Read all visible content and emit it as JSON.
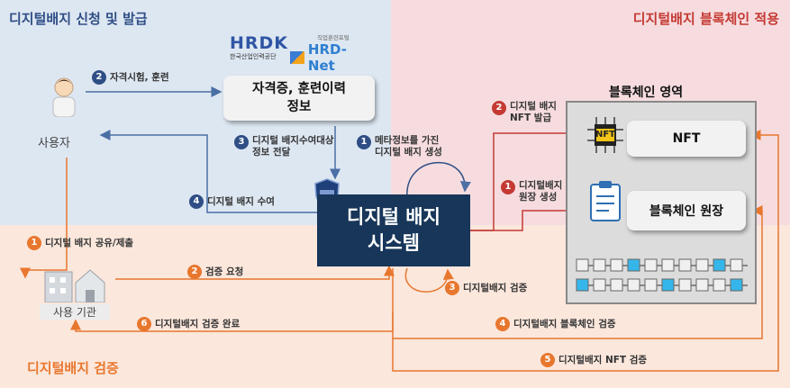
{
  "regions": {
    "issuance_title": "디지털배지 신청 및 발급",
    "blockchain_title": "디지털배지 블록체인 적용",
    "verification_title": "디지털배지 검증"
  },
  "logos": {
    "hrdk": "HRDK",
    "hrdk_sub": "한국산업인력공단",
    "hrdnet_small": "직업훈련포털",
    "hrdnet": "HRD-Net"
  },
  "nodes": {
    "user": "사용자",
    "institution": "사용 기관",
    "cert_info": "자격증, 훈련이력\n정보",
    "system": "디지털 배지\n시스템",
    "blockchain_area": "블록체인 영역",
    "nft": "NFT",
    "ledger": "블록체인 원장",
    "nft_chip": "NFT"
  },
  "steps": {
    "s1_exam": {
      "num": "2",
      "label": "자격시험, 훈련"
    },
    "s3_transfer": {
      "num": "3",
      "label": "디지털 배지수여대상\n정보 전달"
    },
    "s1_meta": {
      "num": "1",
      "label": "메타정보를 가진\n디지털 배지 생성"
    },
    "s4_award": {
      "num": "4",
      "label": "디지털 배지 수여"
    },
    "b2_nft": {
      "num": "2",
      "label": "디지털 배지\nNFT 발급"
    },
    "b1_ledger": {
      "num": "1",
      "label": "디지털배지\n원장 생성"
    },
    "v1_share": {
      "num": "1",
      "label": "디지털 배지 공유/제출"
    },
    "v2_request": {
      "num": "2",
      "label": "검증 요청"
    },
    "v3_verify": {
      "num": "3",
      "label": "디지털배지 검증"
    },
    "v4_chain": {
      "num": "4",
      "label": "디지털배지 블록체인 검증"
    },
    "v5_nft": {
      "num": "5",
      "label": "디지털배지 NFT 검증"
    },
    "v6_done": {
      "num": "6",
      "label": "디지털배지 검증 완료"
    }
  },
  "colors": {
    "issuance_bg": "#dde7f2",
    "blockchain_bg": "#f6dcdf",
    "verification_bg": "#fbe7dc",
    "system_bg": "#173659",
    "blue_arrow": "#4a6fa5",
    "red_arrow": "#c43a33",
    "orange_arrow": "#e8772e"
  }
}
